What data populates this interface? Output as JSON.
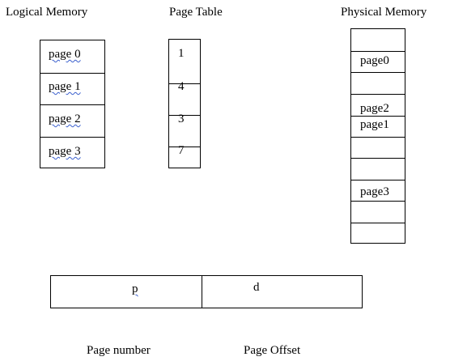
{
  "titles": {
    "logical": "Logical Memory",
    "page_table": "Page Table",
    "physical": "Physical Memory"
  },
  "logical_memory": [
    "page 0",
    "page 1",
    "page 2",
    "page 3"
  ],
  "page_table": [
    "1",
    "4",
    "3",
    "7"
  ],
  "physical_memory": {
    "page0": "page0",
    "page2": "page2",
    "page1": "page1",
    "page3": "page3"
  },
  "address": {
    "p": "p",
    "d": "d",
    "p_caption": "Page number",
    "d_caption": "Page Offset"
  }
}
